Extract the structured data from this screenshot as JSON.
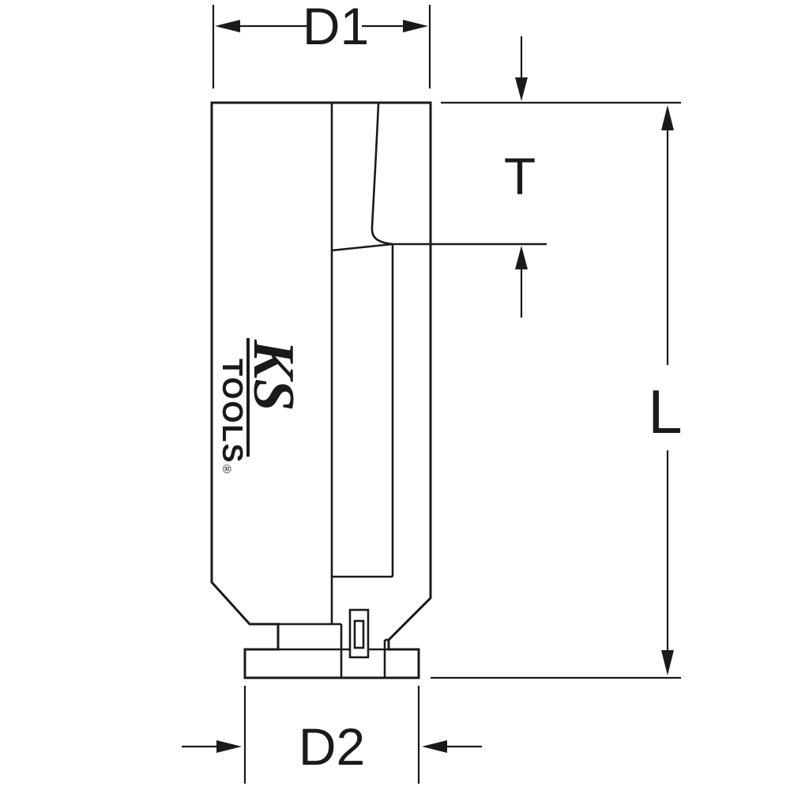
{
  "colors": {
    "line": "#1a1a1a",
    "background": "#ffffff"
  },
  "dimensions": {
    "d1": {
      "label": "D1"
    },
    "t": {
      "label": "T"
    },
    "l": {
      "label": "L"
    },
    "d2": {
      "label": "D2"
    }
  },
  "logo": {
    "ks": "KS",
    "tools": "TOOLS",
    "registered": "®"
  }
}
